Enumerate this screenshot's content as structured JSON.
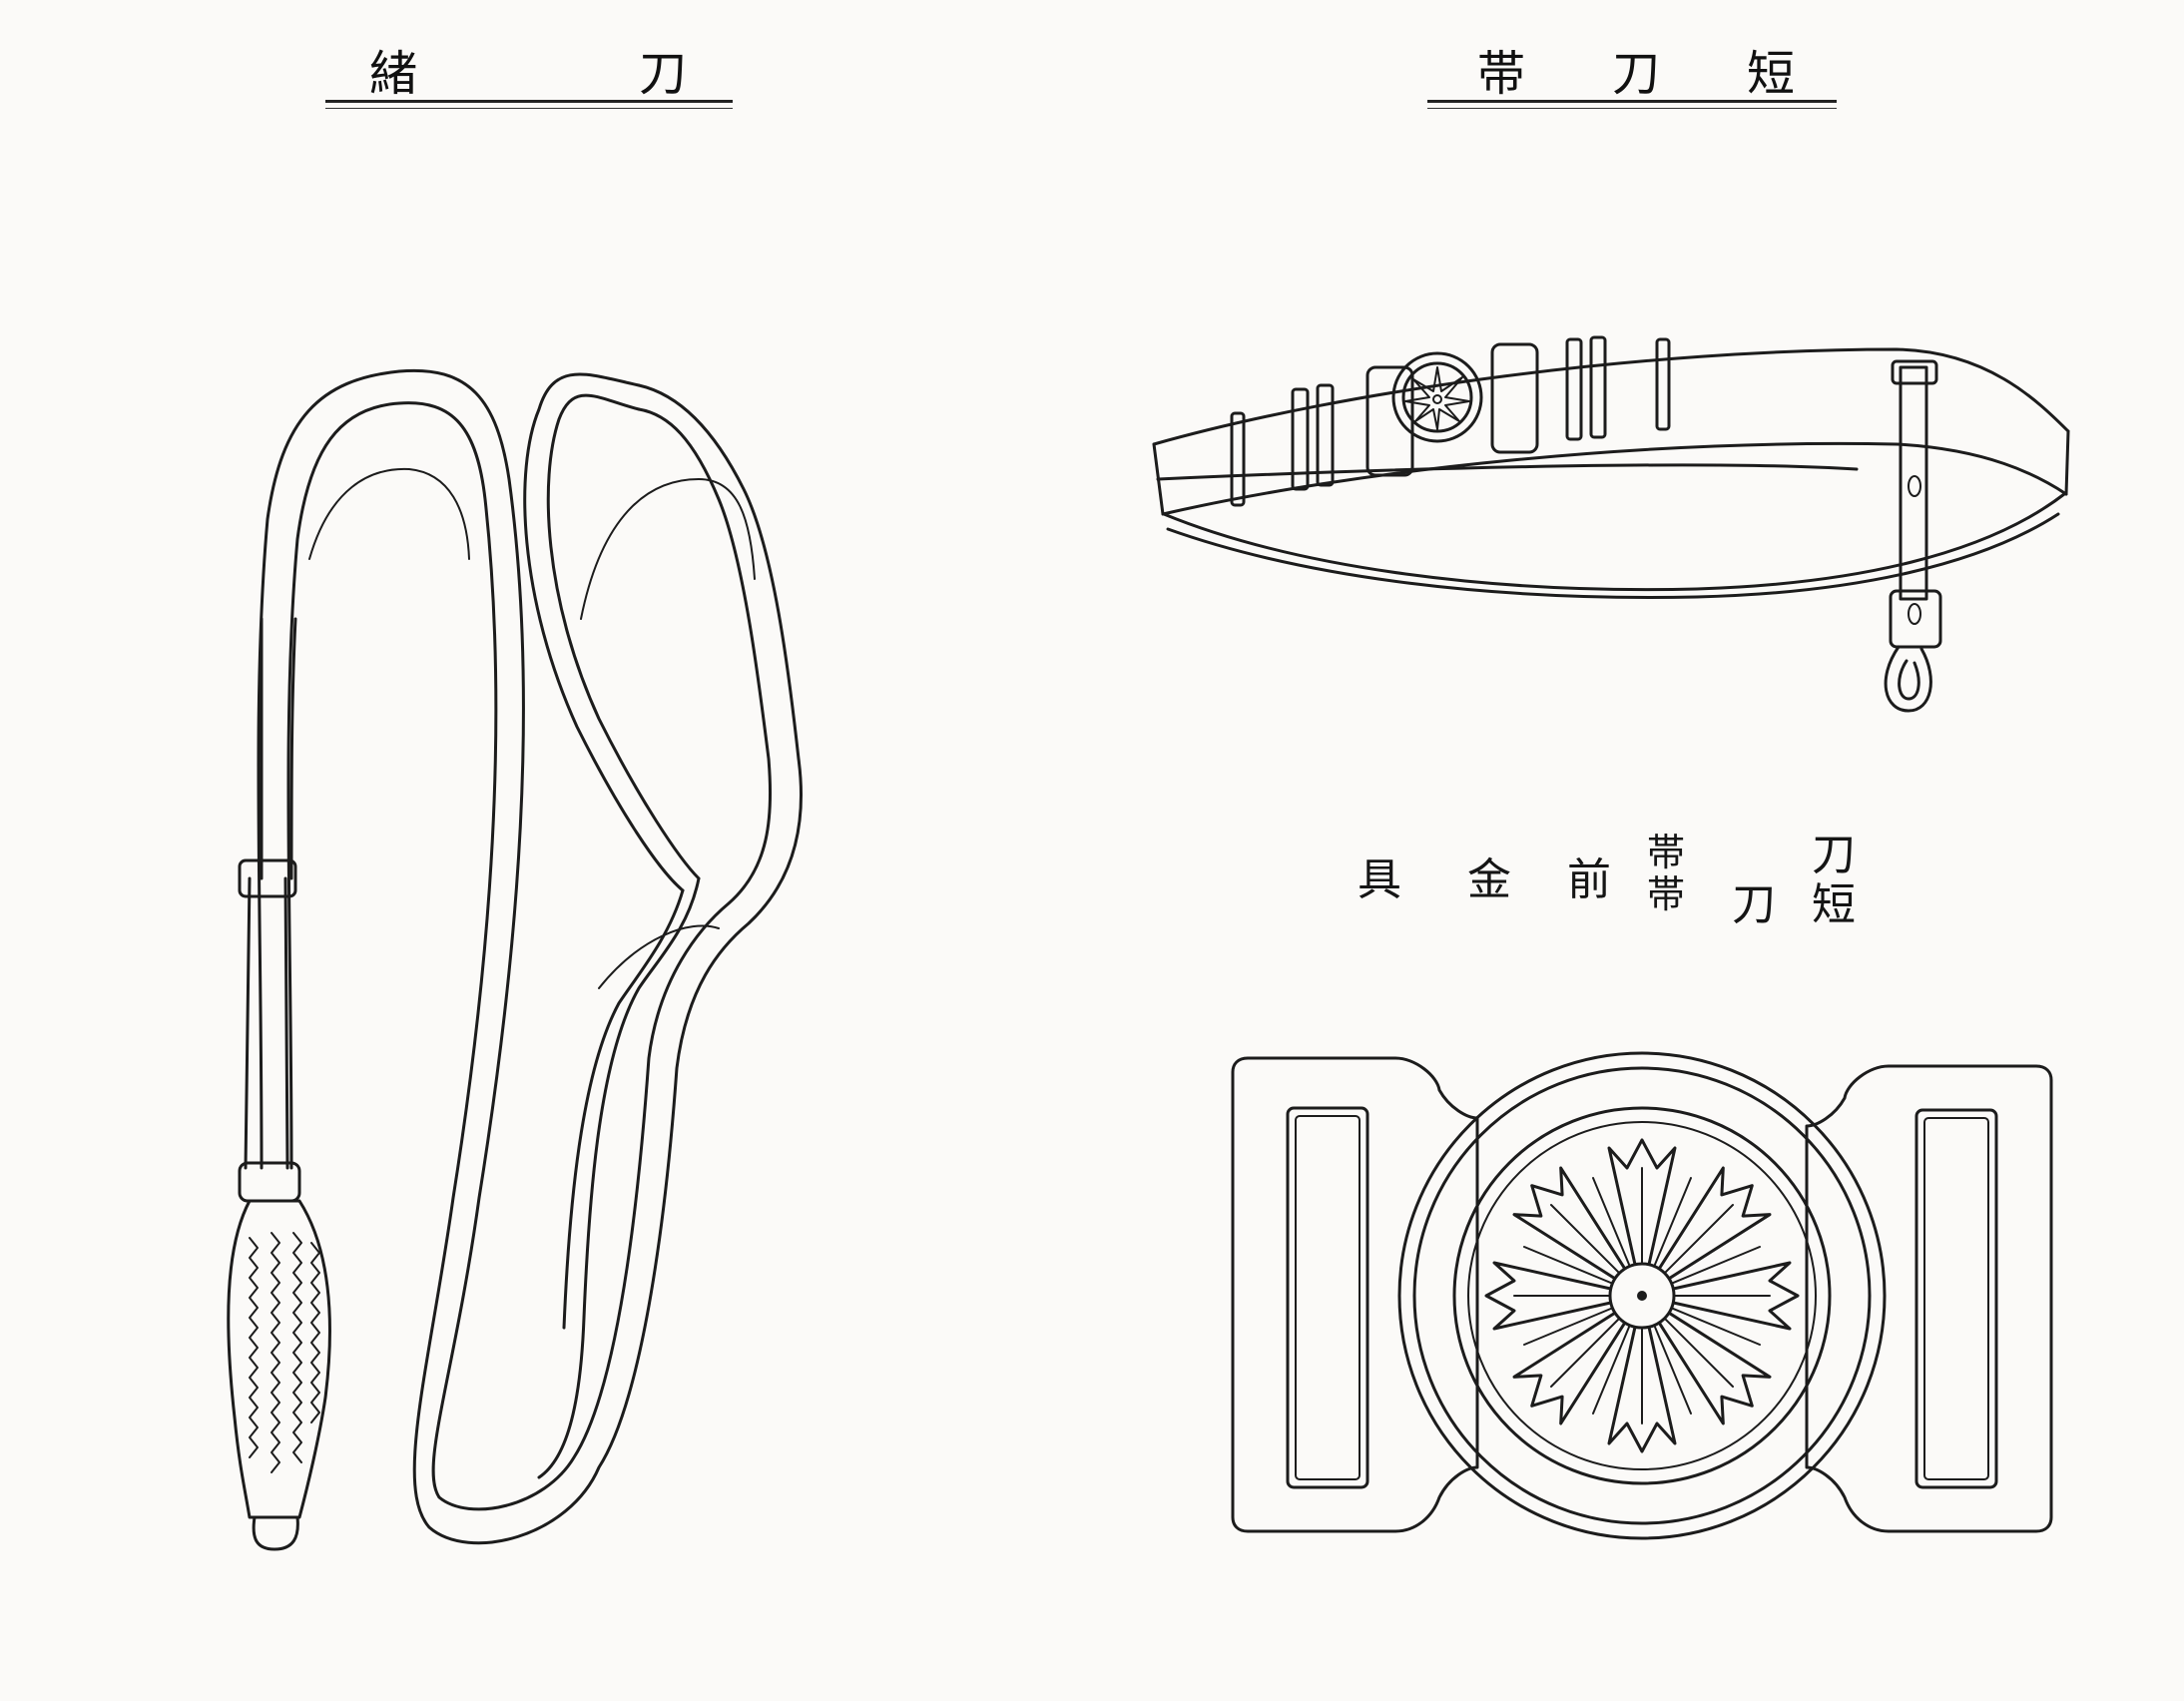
{
  "left_title": {
    "char1": "緒",
    "char2": "刀"
  },
  "right_title": {
    "char1": "帯",
    "char2": "刀",
    "char3": "短"
  },
  "middle_caption": {
    "col1_top": "刀",
    "col1_bottom": "短",
    "col2": "刀",
    "col3_top": "帯",
    "col3_bottom": "帯",
    "word1": "前",
    "word2": "金",
    "word3": "具"
  }
}
